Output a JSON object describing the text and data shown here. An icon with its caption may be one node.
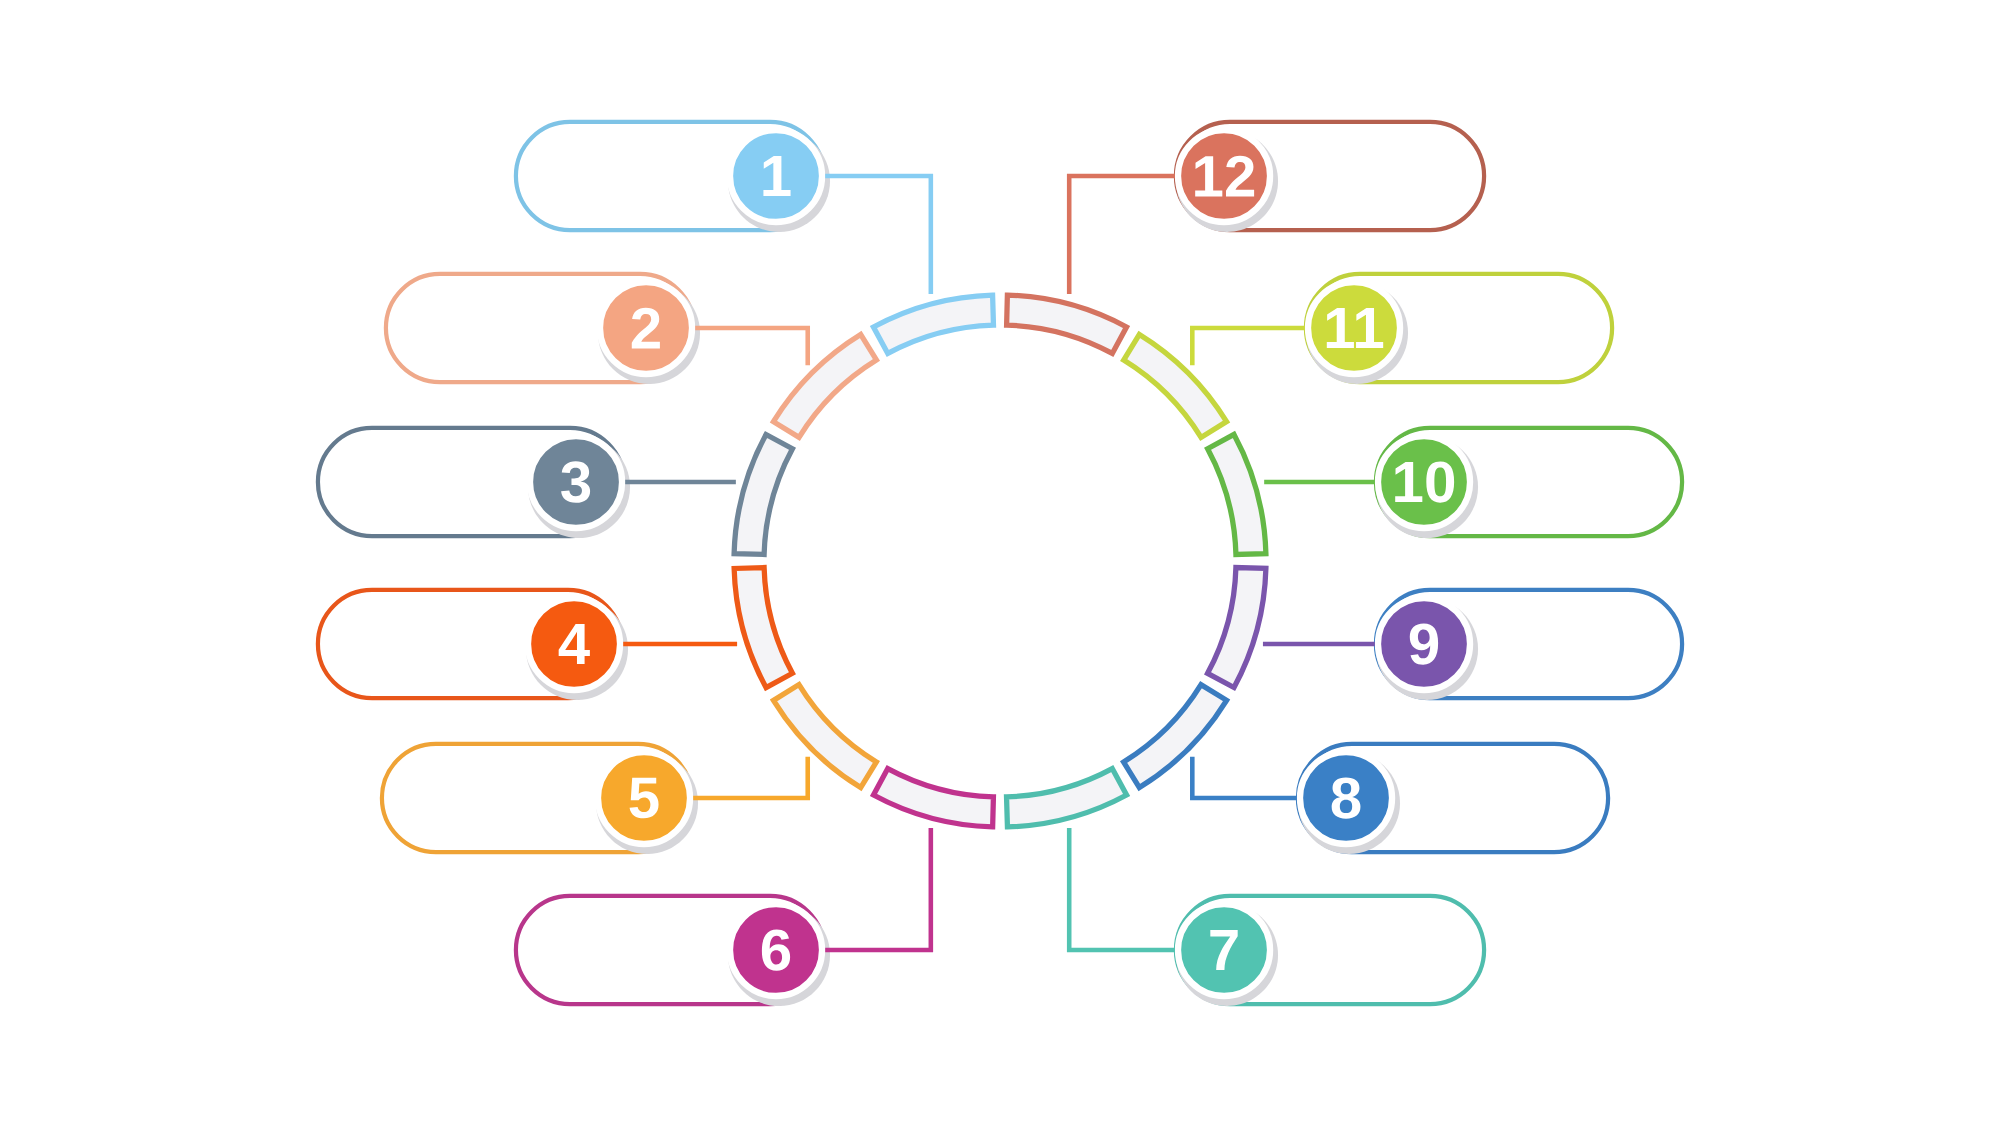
{
  "diagram": {
    "nodes": [
      {
        "text": [],
        "shape": "box"
      },
      {
        "text": [
          "1"
        ],
        "in": 0
      },
      {
        "text": [],
        "shape": "box"
      },
      {
        "text": [
          "2"
        ],
        "in": 2
      },
      {
        "text": [],
        "shape": "box"
      },
      {
        "text": [
          "3"
        ],
        "in": 4
      },
      {
        "text": [],
        "shape": "box"
      },
      {
        "text": [
          "4"
        ],
        "in": 6
      },
      {
        "text": [],
        "shape": "box"
      },
      {
        "text": [
          "5"
        ],
        "in": 8
      },
      {
        "text": [],
        "shape": "box"
      },
      {
        "text": [
          "6"
        ],
        "in": 10
      },
      {
        "text": [],
        "shape": "box"
      },
      {
        "text": [
          "7"
        ],
        "in": 12
      },
      {
        "text": [],
        "shape": "box"
      },
      {
        "text": [
          "8"
        ],
        "in": 14
      },
      {
        "text": [],
        "shape": "box"
      },
      {
        "text": [
          "9"
        ],
        "in": 16
      },
      {
        "text": [],
        "shape": "box"
      },
      {
        "text": [
          "10"
        ],
        "in": 18
      },
      {
        "text": [],
        "shape": "box"
      },
      {
        "text": [
          "11"
        ],
        "in": 20
      },
      {
        "text": [],
        "shape": "box"
      },
      {
        "text": [
          "12"
        ],
        "in": 22
      },
      {
        "text": [],
        "shape": "bar"
      },
      {
        "text": [],
        "shape": "bar"
      },
      {
        "text": [],
        "shape": "bar"
      },
      {
        "text": [],
        "shape": "bar"
      },
      {
        "text": [],
        "shape": "bar"
      },
      {
        "text": [],
        "shape": "bar"
      },
      {
        "text": [],
        "shape": "bar"
      },
      {
        "text": [],
        "shape": "bar"
      },
      {
        "text": [],
        "shape": "bar"
      },
      {
        "text": [],
        "shape": "bar"
      },
      {
        "text": [],
        "shape": "bar"
      },
      {
        "text": [],
        "shape": "bar"
      }
    ],
    "edges": [
      {
        "from": 1,
        "to": 24,
        "arrow": "none",
        "color": "#86cdf3"
      },
      {
        "from": 3,
        "to": 25,
        "arrow": "none",
        "color": "#f4a582"
      },
      {
        "from": 5,
        "to": 26,
        "arrow": "none",
        "color": "#6f8598"
      },
      {
        "from": 7,
        "to": 27,
        "arrow": "none",
        "color": "#f55a10"
      },
      {
        "from": 9,
        "to": 28,
        "arrow": "none",
        "color": "#f7a82c"
      },
      {
        "from": 11,
        "to": 29,
        "arrow": "none",
        "color": "#c0338e"
      },
      {
        "from": 13,
        "to": 30,
        "arrow": "none",
        "color": "#52c3b1"
      },
      {
        "from": 15,
        "to": 31,
        "arrow": "none",
        "color": "#3a80c6"
      },
      {
        "from": 17,
        "to": 32,
        "arrow": "none",
        "color": "#7a55ac"
      },
      {
        "from": 19,
        "to": 33,
        "arrow": "none",
        "color": "#6ac04a"
      },
      {
        "from": 21,
        "to": 34,
        "arrow": "none",
        "color": "#ccdb3c"
      },
      {
        "from": 23,
        "to": 35,
        "arrow": "none",
        "color": "#da735e"
      }
    ]
  }
}
